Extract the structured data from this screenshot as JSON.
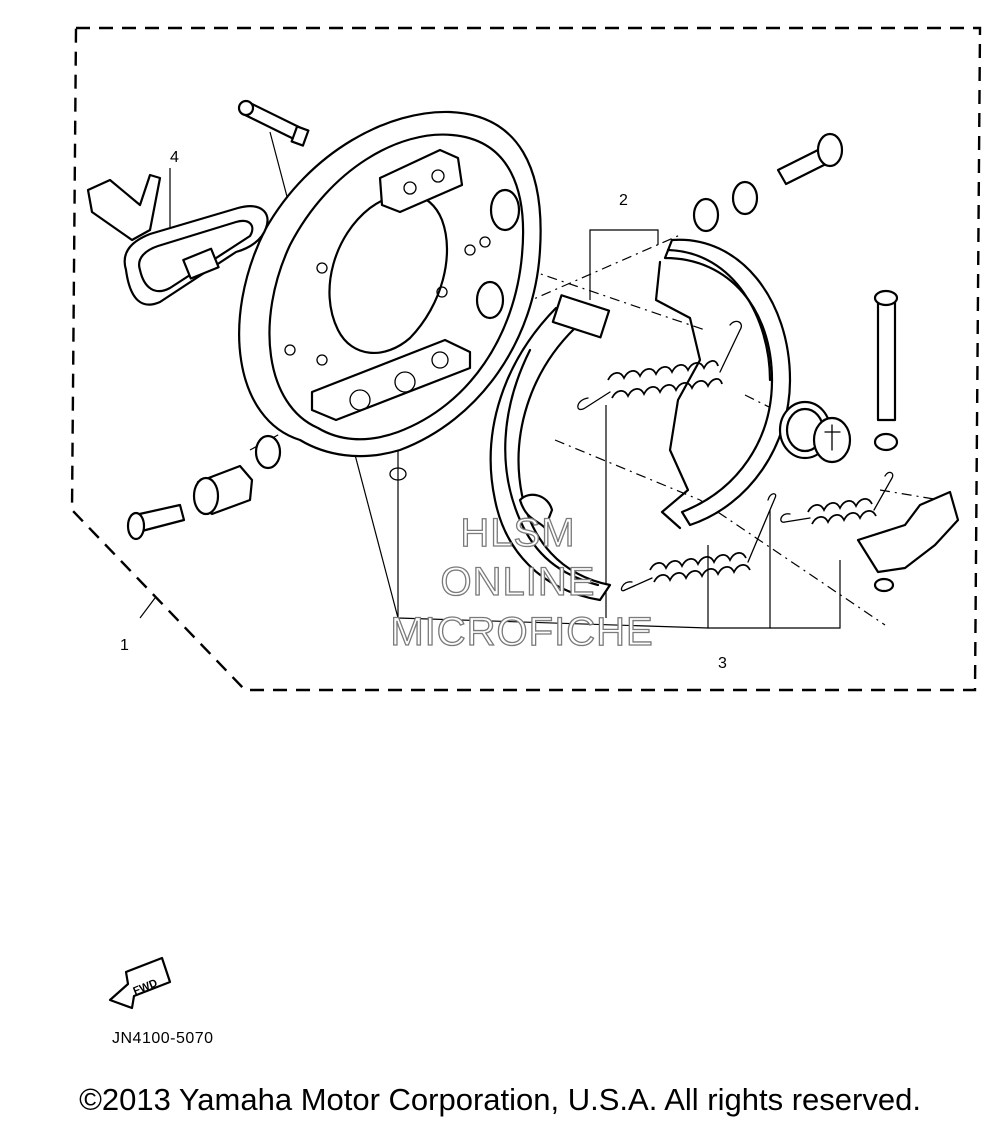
{
  "diagram": {
    "callouts": {
      "c1": "1",
      "c2": "2",
      "c3": "3",
      "c4": "4"
    },
    "watermark": {
      "line1": "HLSM",
      "line2": "ONLINE",
      "line3": "MICROFICHE"
    },
    "fwd_label": "FWD",
    "code": "JN4100-5070"
  },
  "footer": {
    "copyright": "©2013 Yamaha Motor Corporation, U.S.A. All rights reserved."
  }
}
